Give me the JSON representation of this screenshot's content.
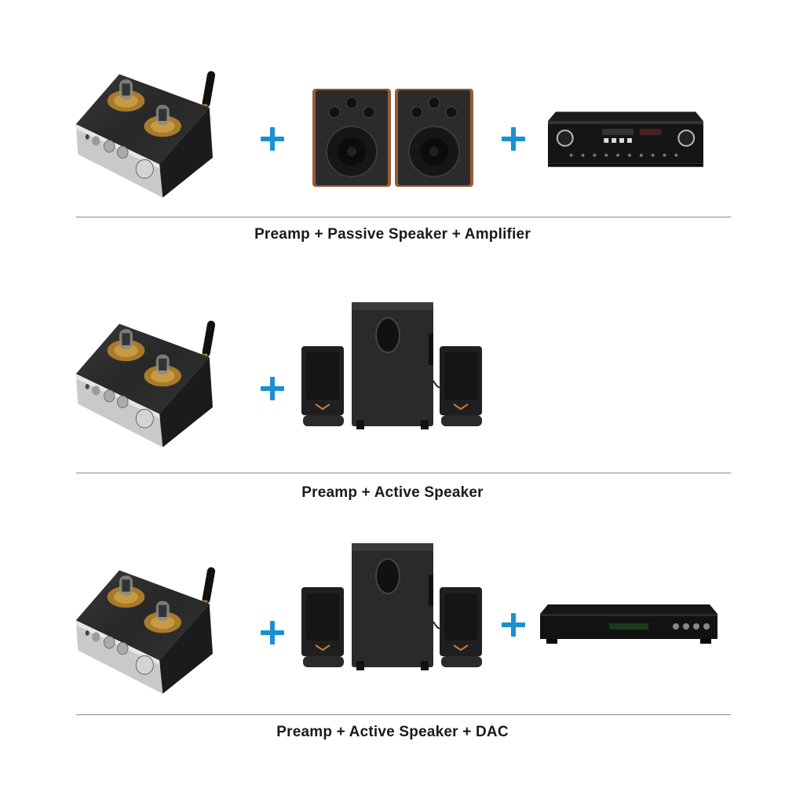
{
  "rows": [
    {
      "caption": "Preamp + Passive Speaker + Amplifier",
      "devices": [
        "tube-preamp",
        "passive-bookshelf-speakers",
        "stereo-amplifier"
      ]
    },
    {
      "caption": "Preamp + Active Speaker",
      "devices": [
        "tube-preamp",
        "active-2-1-speaker-system"
      ]
    },
    {
      "caption": "Preamp + Active Speaker + DAC",
      "devices": [
        "tube-preamp",
        "active-2-1-speaker-system",
        "dac-unit"
      ]
    }
  ],
  "colors": {
    "plus": "#1a90d2",
    "divider": "#8a8a8a",
    "caption": "#1a1a1a"
  }
}
